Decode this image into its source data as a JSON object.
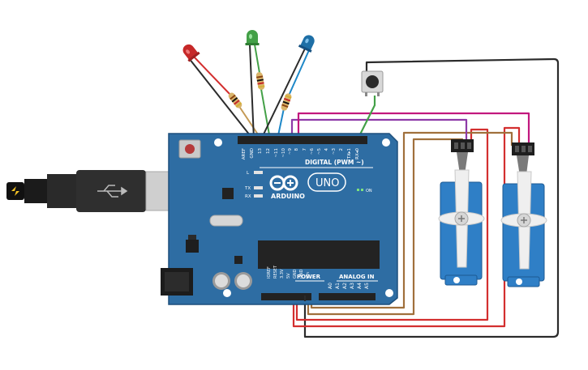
{
  "board": {
    "brand": "ARDUINO",
    "model": "UNO",
    "on_label": "ON",
    "digital_label": "DIGITAL (PWM ~)",
    "power_label": "POWER",
    "analog_label": "ANALOG IN",
    "led_labels": [
      "L",
      "TX",
      "RX"
    ],
    "digital_pins": [
      "AREF",
      "GND",
      "13",
      "12",
      "~11",
      "~10",
      "~9",
      "8",
      "7",
      "~6",
      "~5",
      "4",
      "~3",
      "2",
      "TX▸1",
      "RX◂0"
    ],
    "power_pins": [
      "IOREF",
      "RESET",
      "3.3V",
      "5V",
      "GND",
      "GND",
      "Vin"
    ],
    "analog_pins": [
      "A0",
      "A1",
      "A2",
      "A3",
      "A4",
      "A5"
    ]
  },
  "components": {
    "leds": [
      {
        "color": "red",
        "hex": "#c62828"
      },
      {
        "color": "green",
        "hex": "#43a047"
      },
      {
        "color": "blue",
        "hex": "#1e6fa6"
      }
    ],
    "servo_count": 2,
    "pushbutton": "pushbutton",
    "usb_connector": "usb-b",
    "power_jack": "dc-jack"
  },
  "colors": {
    "board": "#2e6da3",
    "board_edge": "#1d4f7c",
    "servo": "#2f7fc6",
    "wire_red": "#d32f2f",
    "wire_black": "#2b2b2b",
    "wire_green": "#43a047",
    "wire_blue": "#1e88c8",
    "wire_purple": "#8e3aa8",
    "wire_magenta": "#c2187e",
    "wire_brown": "#a0703c"
  }
}
